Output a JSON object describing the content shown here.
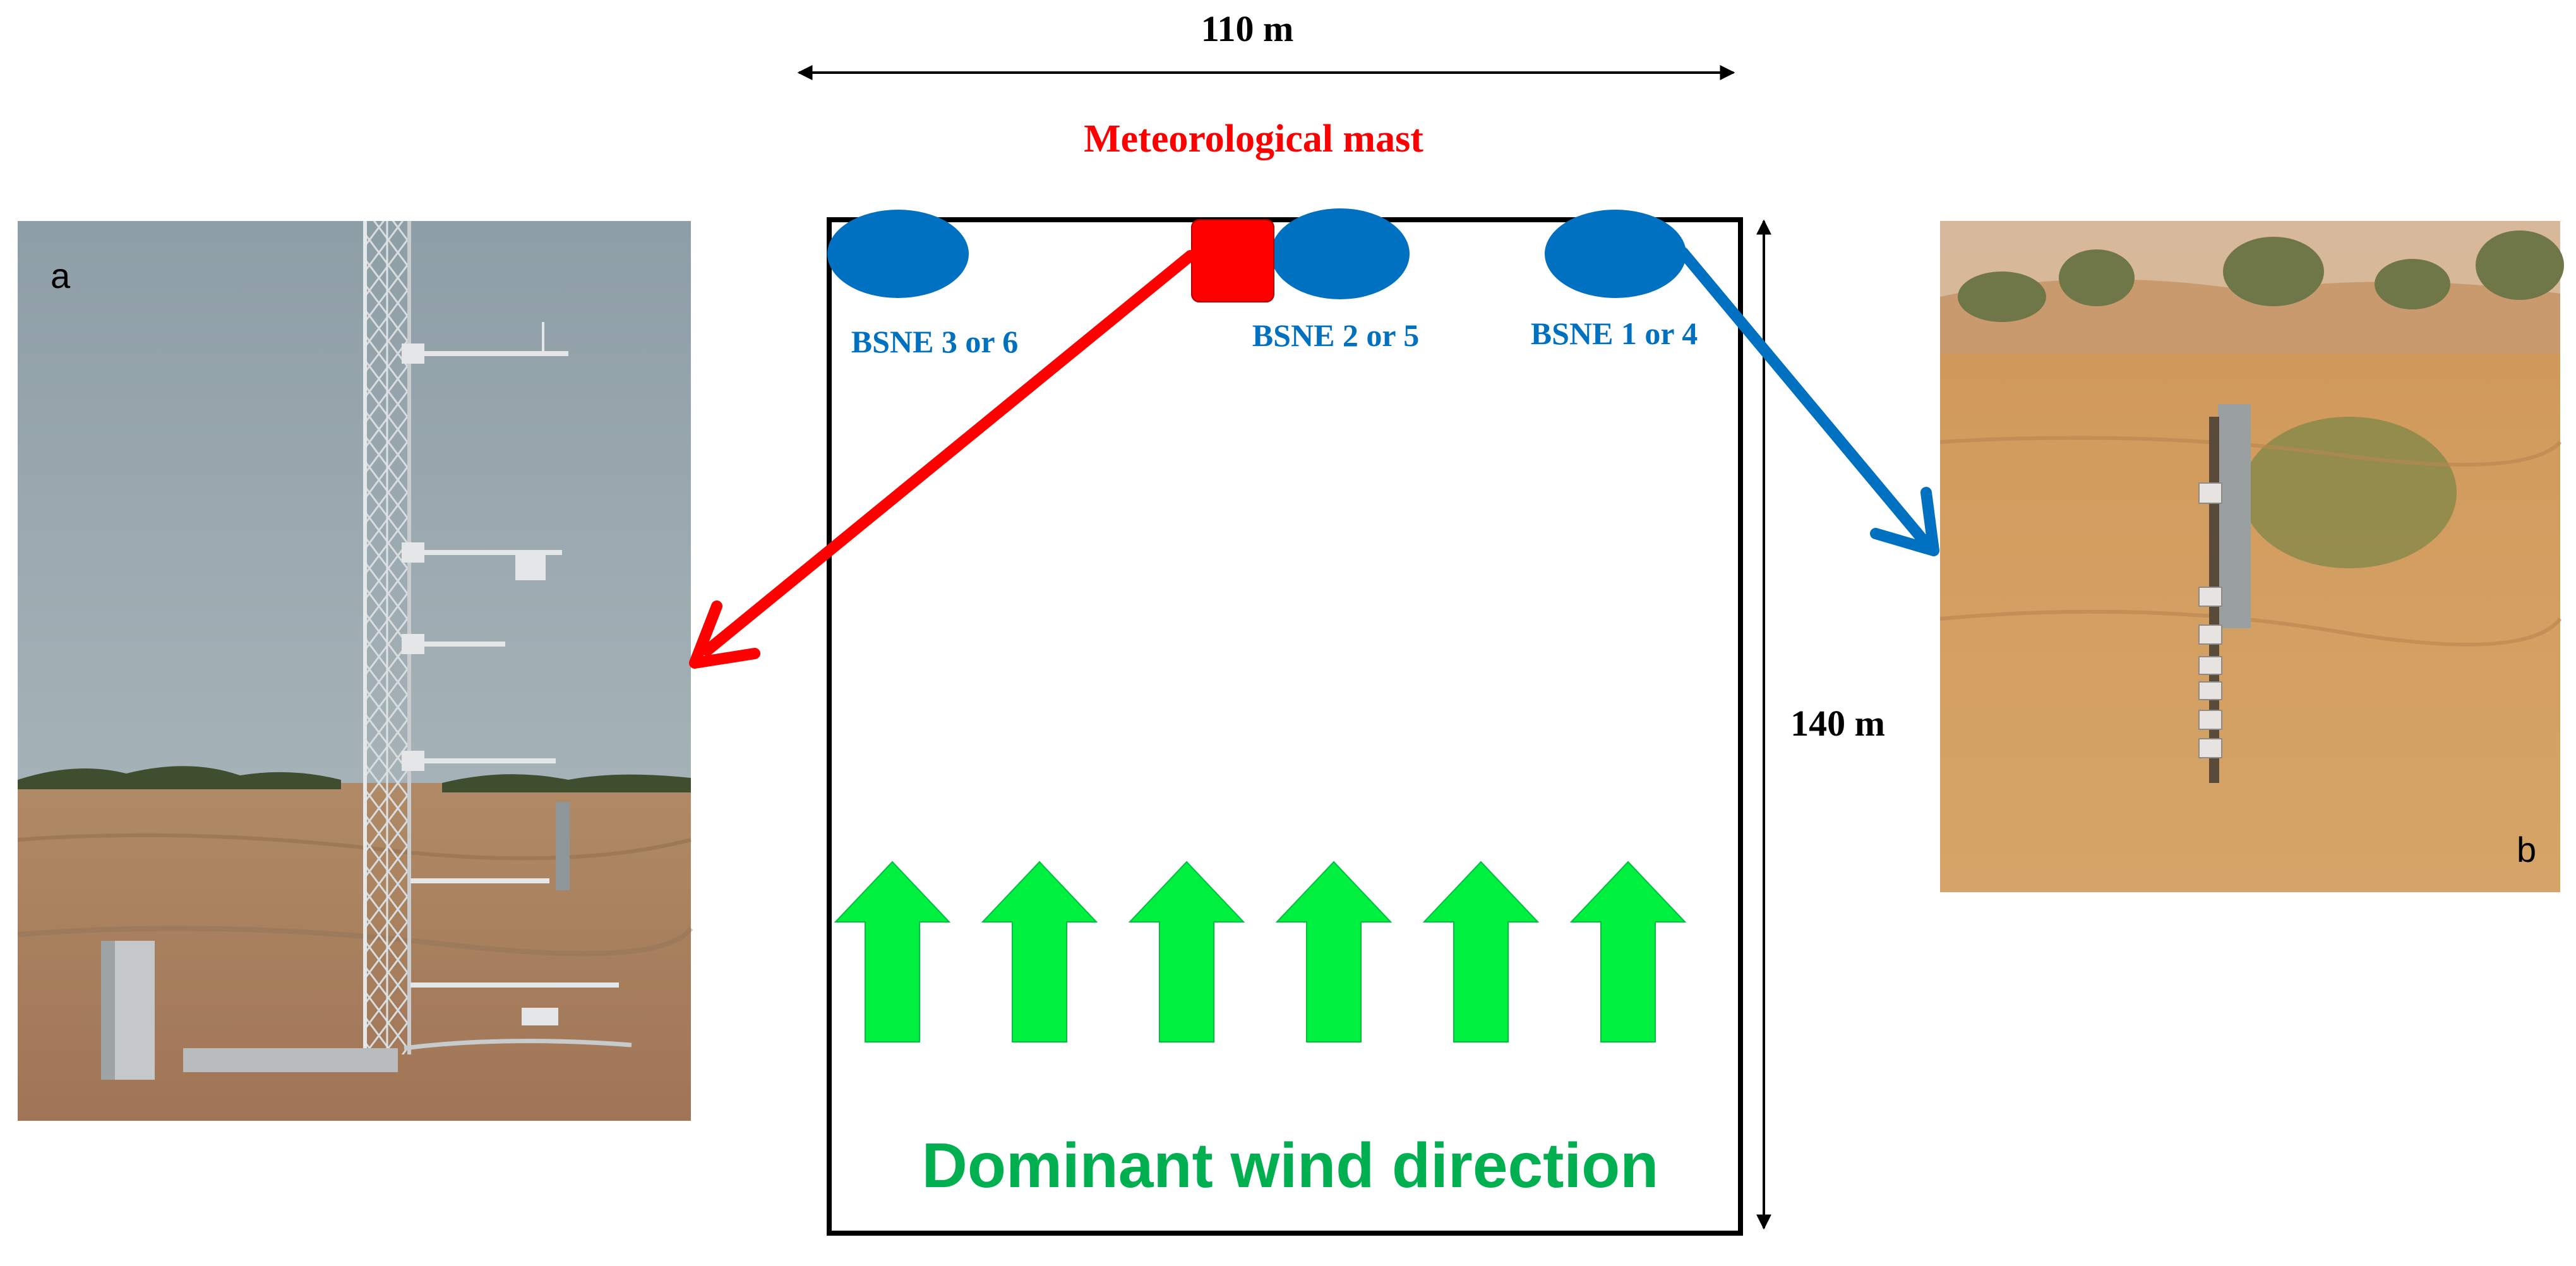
{
  "diagram": {
    "width_label": "110 m",
    "height_label": "140 m",
    "mast_label": "Meteorological mast",
    "wind_label": "Dominant wind direction",
    "samplers": [
      {
        "id": "bsne-3-6",
        "label": "BSNE 3 or 6"
      },
      {
        "id": "bsne-2-5",
        "label": "BSNE 2 or 5"
      },
      {
        "id": "bsne-1-4",
        "label": "BSNE 1 or 4"
      }
    ],
    "wind_arrow_count": 6
  },
  "photo_a": {
    "letter": "a"
  },
  "photo_b": {
    "letter": "b"
  },
  "colors": {
    "mast": "#ff0000",
    "sampler": "#0070c0",
    "sampler_label": "#0070c0",
    "mast_label": "#ff0000",
    "wind_arrow": "#00f040",
    "wind_label": "#00b050",
    "frame": "#000000"
  }
}
